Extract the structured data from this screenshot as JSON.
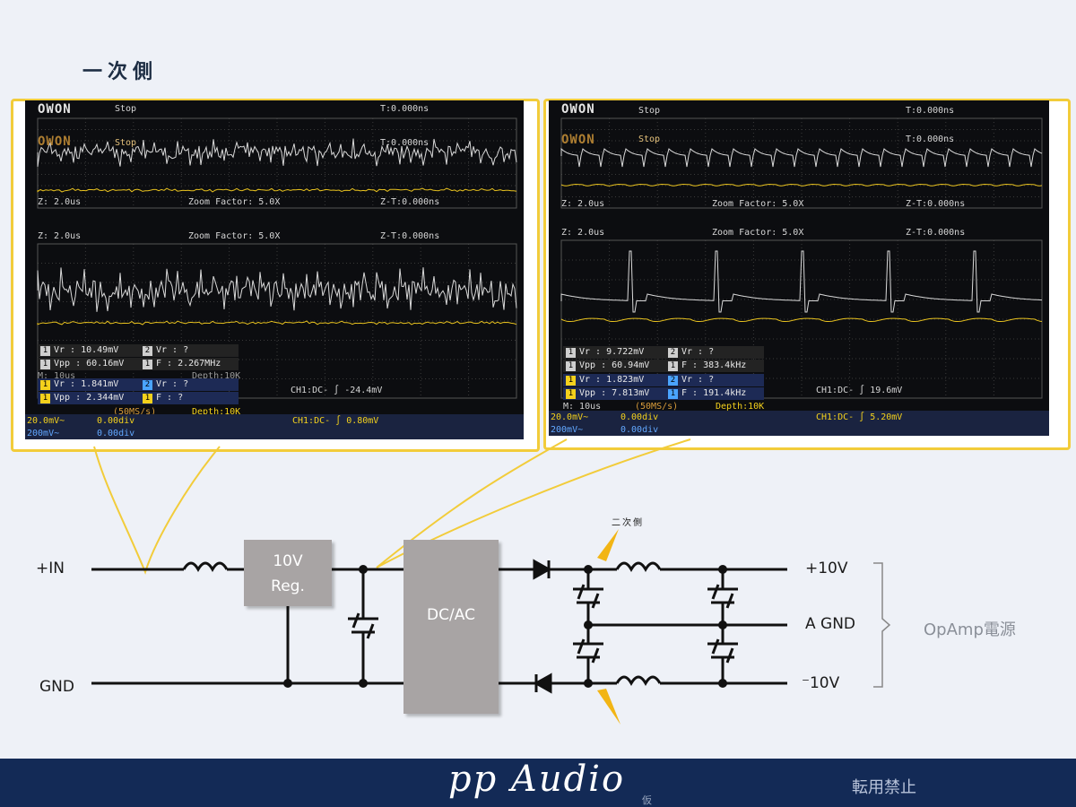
{
  "title": "一次側",
  "scopes": [
    {
      "brand": "OWON",
      "status": "Stop",
      "trig_time": "T:0.000ns",
      "zoom_time": "Z: 2.0us",
      "zoom_factor": "Zoom Factor: 5.0X",
      "zt": "Z-T:0.000ns",
      "meas_ch2": [
        {
          "n": "1",
          "text": "Vr : 10.49mV"
        },
        {
          "n": "2",
          "text": "Vr :    ?"
        },
        {
          "n": "1",
          "text": "Vpp : 60.16mV"
        },
        {
          "n": "1",
          "text": "F : 2.267MHz"
        }
      ],
      "meas_ch1": [
        {
          "n": "1",
          "text": "Vr : 1.841mV"
        },
        {
          "n": "2",
          "text": "Vr :    ?"
        },
        {
          "n": "1",
          "text": "Vpp : 2.344mV"
        },
        {
          "n": "1",
          "text": "F :    ?"
        }
      ],
      "timebase": "M: 10us",
      "sample": "(50MS/s)",
      "depth": "Depth:10K",
      "trigger_inner": "CH1:DC- ∫ -24.4mV",
      "ch1_scale": "20.0mV~",
      "ch1_offset": "0.00div",
      "ch2_scale": "200mV~",
      "ch2_offset": "0.00div",
      "trigger": "CH1:DC- ∫ 0.80mV"
    },
    {
      "brand": "OWON",
      "status": "Stop",
      "trig_time": "T:0.000ns",
      "zoom_time": "Z: 2.0us",
      "zoom_factor": "Zoom Factor: 5.0X",
      "zt": "Z-T:0.000ns",
      "meas_ch2": [
        {
          "n": "1",
          "text": "Vr : 9.722mV"
        },
        {
          "n": "2",
          "text": "Vr :    ?"
        },
        {
          "n": "1",
          "text": "Vpp : 60.94mV"
        },
        {
          "n": "1",
          "text": "F : 383.4kHz"
        }
      ],
      "meas_ch1": [
        {
          "n": "1",
          "text": "Vr : 1.823mV"
        },
        {
          "n": "2",
          "text": "Vr :    ?"
        },
        {
          "n": "1",
          "text": "Vpp : 7.813mV"
        },
        {
          "n": "1",
          "text": "F : 191.4kHz"
        }
      ],
      "timebase": "M: 10us",
      "sample": "(50MS/s)",
      "depth": "Depth:10K",
      "trigger_inner": "CH1:DC- ∫ 19.6mV",
      "ch1_scale": "20.0mV~",
      "ch1_offset": "0.00div",
      "ch2_scale": "200mV~",
      "ch2_offset": "0.00div",
      "trigger": "CH1:DC- ∫ 5.20mV"
    }
  ],
  "circuit": {
    "in_plus": "+IN",
    "gnd": "GND",
    "reg_line1": "10V",
    "reg_line2": "Reg.",
    "dcac": "DC/AC",
    "out_plus": "+10V",
    "out_gnd": "A GND",
    "out_minus": "⁻10V",
    "secondary": "二次側",
    "opamp": "OpAmp電源"
  },
  "footer": {
    "brand": "pp Audio",
    "kari": "仮",
    "no_reuse": "転用禁止"
  },
  "colors": {
    "accent_yellow": "#f2cc3a",
    "trace_ch1": "#e8c21f",
    "trace_ch2": "#d9d9d9",
    "footer_bg": "#132a56"
  }
}
